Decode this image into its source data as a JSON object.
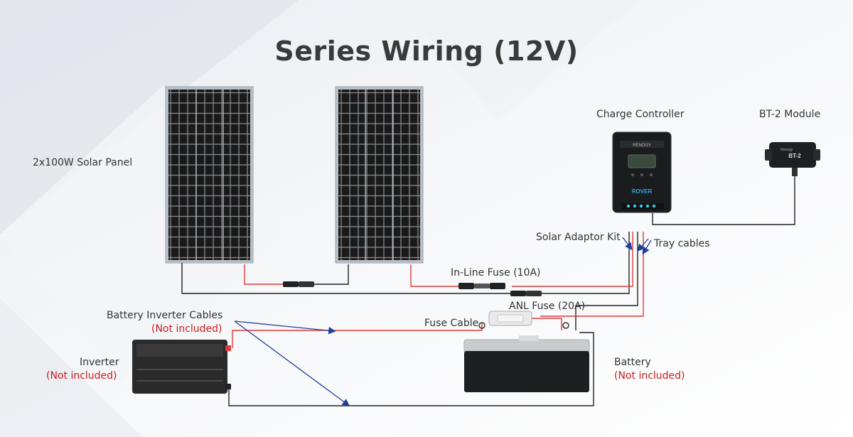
{
  "title": "Series Wiring (12V)",
  "labels": {
    "solar_panel": "2x100W Solar Panel",
    "charge_controller": "Charge Controller",
    "bt2_module": "BT-2 Module",
    "solar_adaptor_kit": "Solar Adaptor Kit",
    "tray_cables": "Tray cables",
    "inline_fuse": "In-Line Fuse (10A)",
    "anl_fuse": "ANL Fuse (20A)",
    "battery_inverter_cables": "Battery Inverter Cables",
    "battery_inverter_cables_note": "(Not included)",
    "fuse_cable": "Fuse Cable",
    "inverter": "Inverter",
    "inverter_note": "(Not included)",
    "battery": "Battery",
    "battery_note": "(Not included)"
  },
  "device_text": {
    "controller_brand": "RENOGY",
    "controller_model": "ROVER",
    "bt2_brand": "Renogy",
    "bt2_name": "BT-2"
  },
  "colors": {
    "positive_wire": "#e03a3a",
    "negative_wire": "#222222",
    "arrow": "#1e3f9a",
    "note_red": "#cc1a1a"
  }
}
